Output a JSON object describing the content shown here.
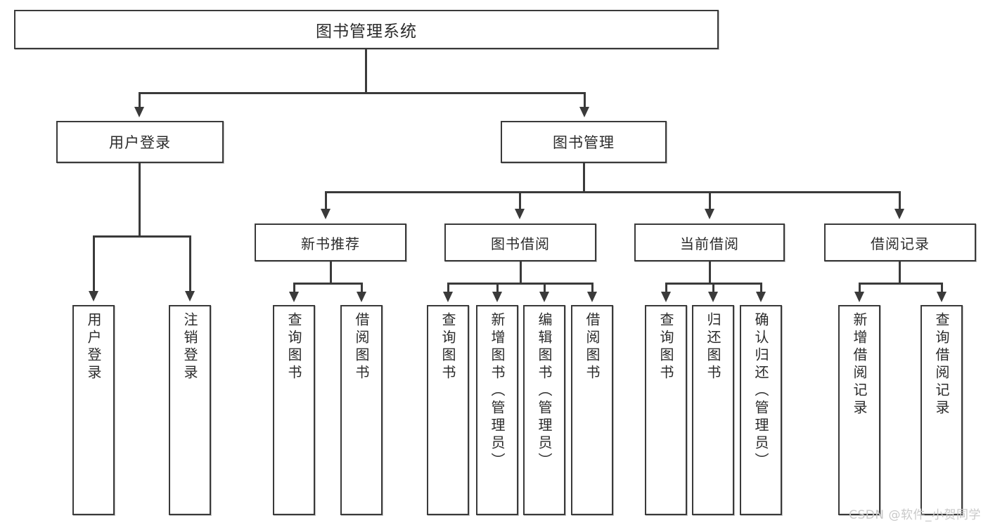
{
  "diagram": {
    "type": "tree",
    "title": "图书管理系统",
    "watermark": "CSDN @软件_小贺同学",
    "colors": {
      "stroke": "#3a3a3a",
      "fill": "#ffffff",
      "text": "#2b2b2b",
      "watermark": "#c9c9c9"
    },
    "root": {
      "label": "图书管理系统"
    },
    "level1": [
      {
        "id": "user-login",
        "label": "用户登录"
      },
      {
        "id": "book-manage",
        "label": "图书管理"
      }
    ],
    "level2": [
      {
        "id": "new-book-recommend",
        "label": "新书推荐",
        "parent": "book-manage"
      },
      {
        "id": "book-borrow",
        "label": "图书借阅",
        "parent": "book-manage"
      },
      {
        "id": "current-borrow",
        "label": "当前借阅",
        "parent": "book-manage"
      },
      {
        "id": "borrow-record",
        "label": "借阅记录",
        "parent": "book-manage"
      }
    ],
    "leaves": {
      "user-login": [
        {
          "id": "leaf-user-login",
          "label": "用户登录"
        },
        {
          "id": "leaf-user-logout",
          "label": "注销登录"
        }
      ],
      "new-book-recommend": [
        {
          "id": "leaf-query-book-1",
          "label": "查询图书"
        },
        {
          "id": "leaf-borrow-book-1",
          "label": "借阅图书"
        }
      ],
      "book-borrow": [
        {
          "id": "leaf-query-book-2",
          "label": "查询图书"
        },
        {
          "id": "leaf-add-book",
          "label": "新增图书（管理员）"
        },
        {
          "id": "leaf-edit-book",
          "label": "编辑图书（管理员）"
        },
        {
          "id": "leaf-borrow-book-2",
          "label": "借阅图书"
        }
      ],
      "current-borrow": [
        {
          "id": "leaf-query-book-3",
          "label": "查询图书"
        },
        {
          "id": "leaf-return-book",
          "label": "归还图书"
        },
        {
          "id": "leaf-confirm-return",
          "label": "确认归还（管理员）"
        }
      ],
      "borrow-record": [
        {
          "id": "leaf-add-record",
          "label": "新增借阅记录"
        },
        {
          "id": "leaf-query-record",
          "label": "查询借阅记录"
        }
      ]
    }
  }
}
